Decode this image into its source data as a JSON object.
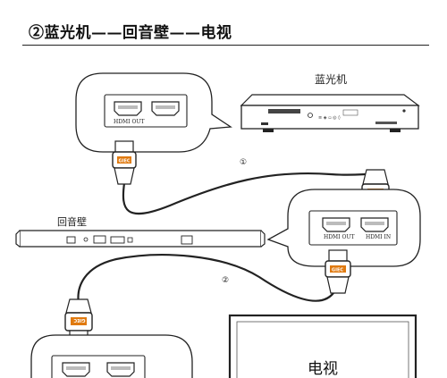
{
  "heading": "②蓝光机——回音壁——电视",
  "devices": {
    "bluray": {
      "label": "蓝光机",
      "port_label": "HDMI OUT"
    },
    "soundbar": {
      "label": "回音壁",
      "port_out_label": "HDMI OUT",
      "port_in_label": "HDMI IN"
    },
    "tv": {
      "label": "电视"
    }
  },
  "cables": [
    {
      "marker": "①",
      "plug_brand": "GIEC"
    },
    {
      "marker": "②",
      "plug_brand": "GIEC"
    }
  ],
  "colors": {
    "line": "#222222",
    "plug_accent": "#e07a10",
    "background": "#ffffff"
  }
}
